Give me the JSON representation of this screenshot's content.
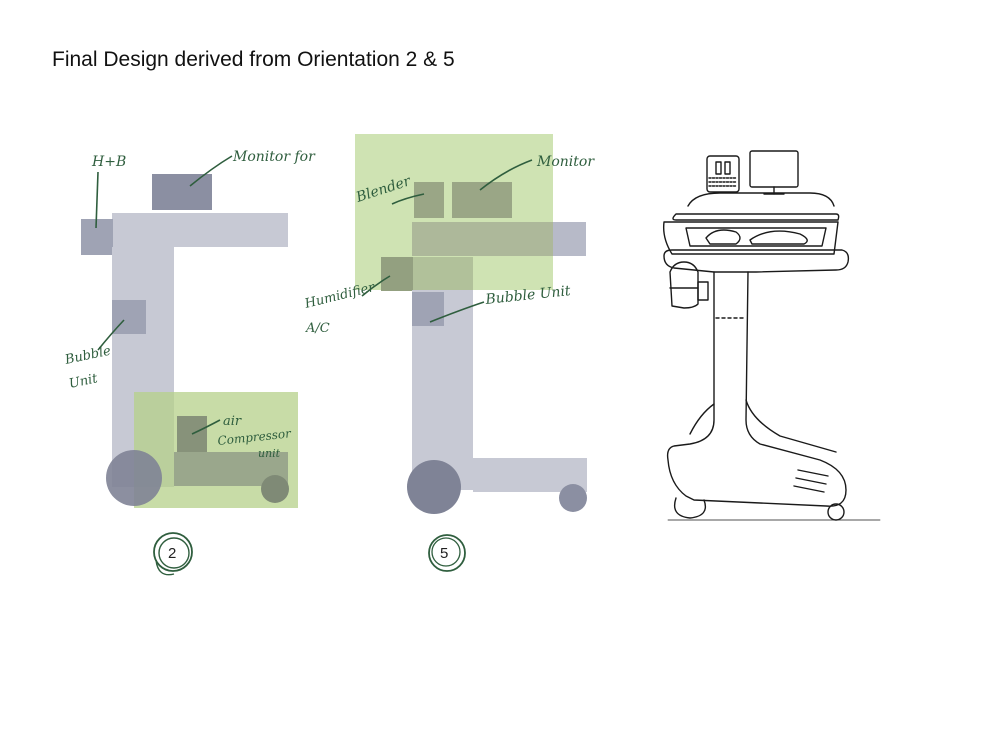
{
  "title": "Final Design derived from Orientation 2 & 5",
  "colors": {
    "block_grey": "#9fa3b4",
    "block_grey_light": "#c7c9d4",
    "block_dark": "#7f8396",
    "green_overlay": "#b5d08a",
    "ink_green": "#2f5e3e",
    "sketch_ink": "#1a1a1a"
  },
  "orientation_2": {
    "label_hb": "H+B",
    "label_monitor": "Monitor for",
    "label_bubble_1": "Bubble",
    "label_bubble_2": "Unit",
    "label_air_1": "air",
    "label_air_2": "Compressor",
    "label_air_3": "unit",
    "number": "2"
  },
  "orientation_5": {
    "label_blender": "Blender",
    "label_monitor": "Monitor",
    "label_humidifier_1": "Humidifier",
    "label_humidifier_2": "A/C",
    "label_bubble": "Bubble Unit",
    "number": "5"
  },
  "final_sketch": {
    "icon": "medical-cart-sketch"
  }
}
